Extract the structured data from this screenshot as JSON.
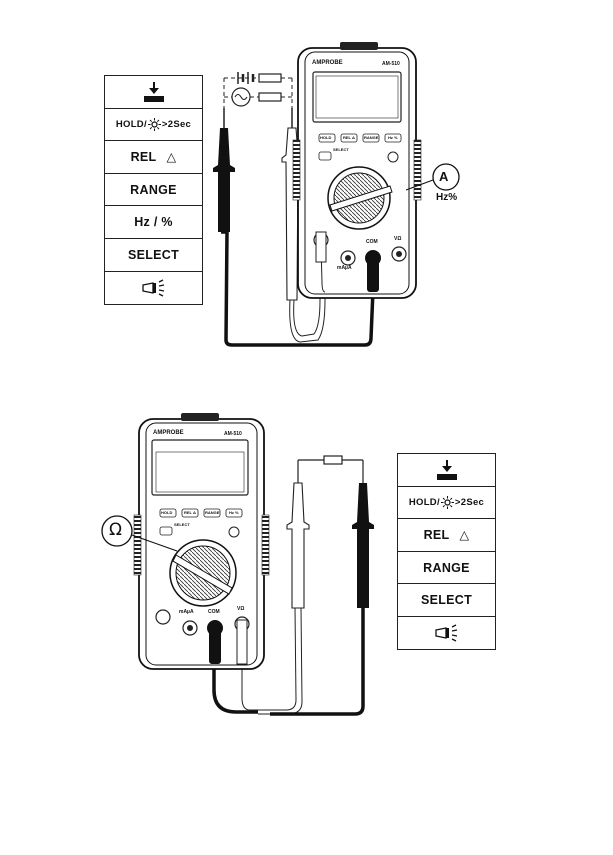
{
  "top_figure": {
    "button_panel": {
      "hold_label": "HOLD/",
      "hold_suffix": ">2Sec",
      "rel_label": "REL",
      "rel_symbol": "△",
      "range_label": "RANGE",
      "hz_label": "Hz / %",
      "select_label": "SELECT"
    },
    "meter": {
      "brand": "AMPROBE",
      "model": "AM-510",
      "key_hold": "HOLD",
      "key_rel": "REL Δ",
      "key_range": "RANGE",
      "key_hz": "Hz %",
      "select_label": "SELECT",
      "jack_ma": "mAµA",
      "jack_com": "COM",
      "jack_vohm": "VΩ"
    },
    "callout_a": "A",
    "callout_hz": "Hz%"
  },
  "bottom_figure": {
    "button_panel": {
      "hold_label": "HOLD/",
      "hold_suffix": ">2Sec",
      "rel_label": "REL",
      "rel_symbol": "△",
      "range_label": "RANGE",
      "select_label": "SELECT"
    },
    "meter": {
      "brand": "AMPROBE",
      "model": "AM-510",
      "key_hold": "HOLD",
      "key_rel": "REL Δ",
      "key_range": "RANGE",
      "key_hz": "Hz %",
      "select_label": "SELECT",
      "jack_ma": "mAµA",
      "jack_com": "COM",
      "jack_vohm": "VΩ"
    },
    "callout_ohm": "Ω"
  }
}
